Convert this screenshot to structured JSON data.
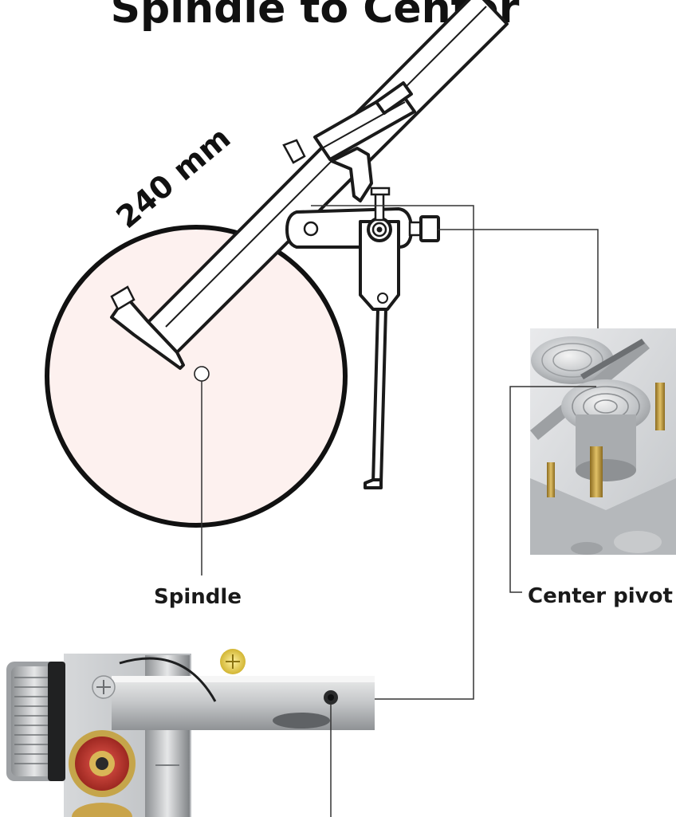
{
  "title": "Spindle to Center",
  "measurement": "240 mm",
  "labels": {
    "spindle": "Spindle",
    "center_pivot": "Center pivot"
  },
  "colors": {
    "platter_fill": "#fdf1ef",
    "ink": "#1a1a1a",
    "leader": "#333333",
    "metal_light": "#d9dadc",
    "metal_dark": "#8e9194",
    "brass": "#c9a13a",
    "gold_screw": "#e0c22a",
    "rca_red": "#c0312b"
  },
  "icons": {
    "caliper": "caliper-icon",
    "tonearm": "tonearm-icon",
    "pivot_photo": "pivot-bearing-icon",
    "arm_photo": "arm-base-icon"
  }
}
